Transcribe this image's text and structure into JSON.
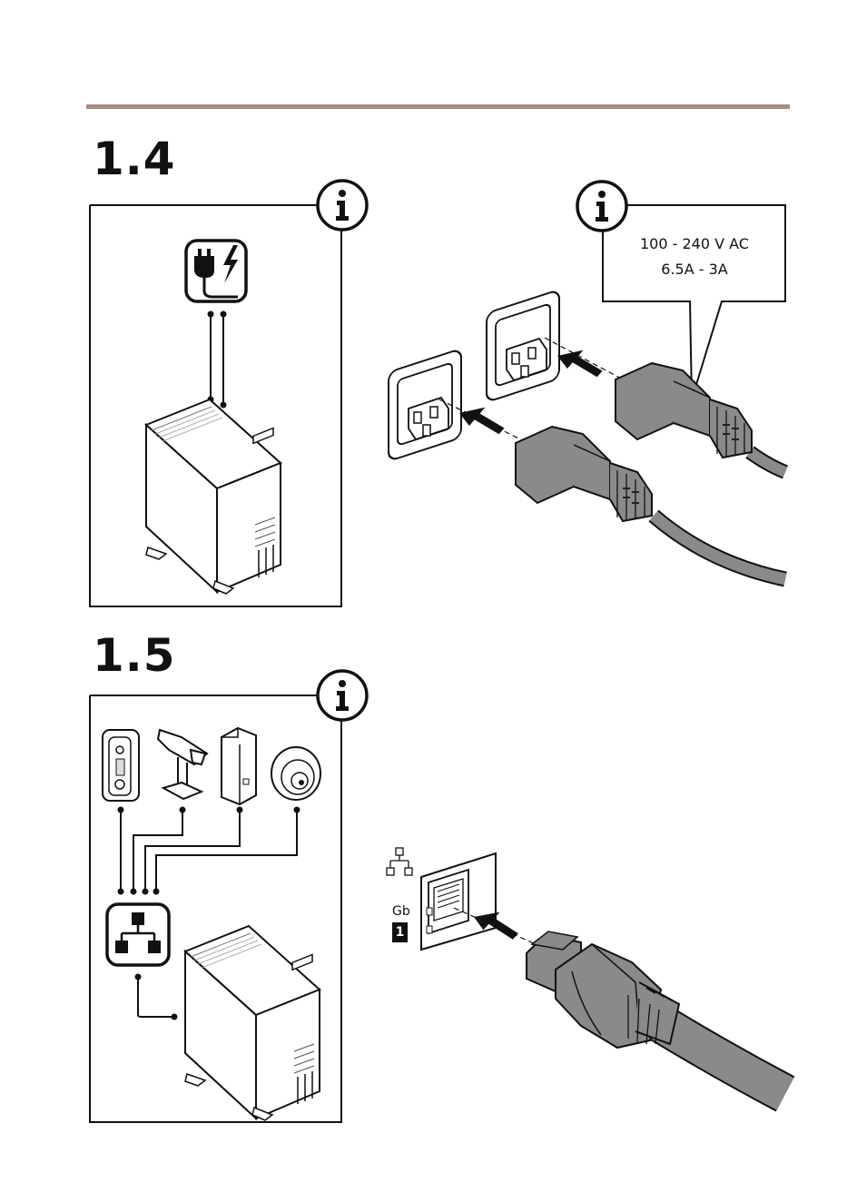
{
  "steps": {
    "power": {
      "number": "1.4"
    },
    "network": {
      "number": "1.5"
    }
  },
  "power_spec": {
    "voltage": "100 - 240 V AC",
    "current": "6.5A - 3A"
  },
  "network_port": {
    "speed_label": "Gb",
    "port_number": "1"
  },
  "info_icon_glyph": "i",
  "colors": {
    "rule": "#a38f84",
    "cable_gray": "#8a8a8a",
    "line": "#111111"
  },
  "icons": [
    "info-icon",
    "power-plug-icon",
    "network-icon",
    "server-icon",
    "intercom-icon",
    "camera-icon",
    "encoder-icon",
    "dome-camera-icon",
    "arrow-icon"
  ]
}
